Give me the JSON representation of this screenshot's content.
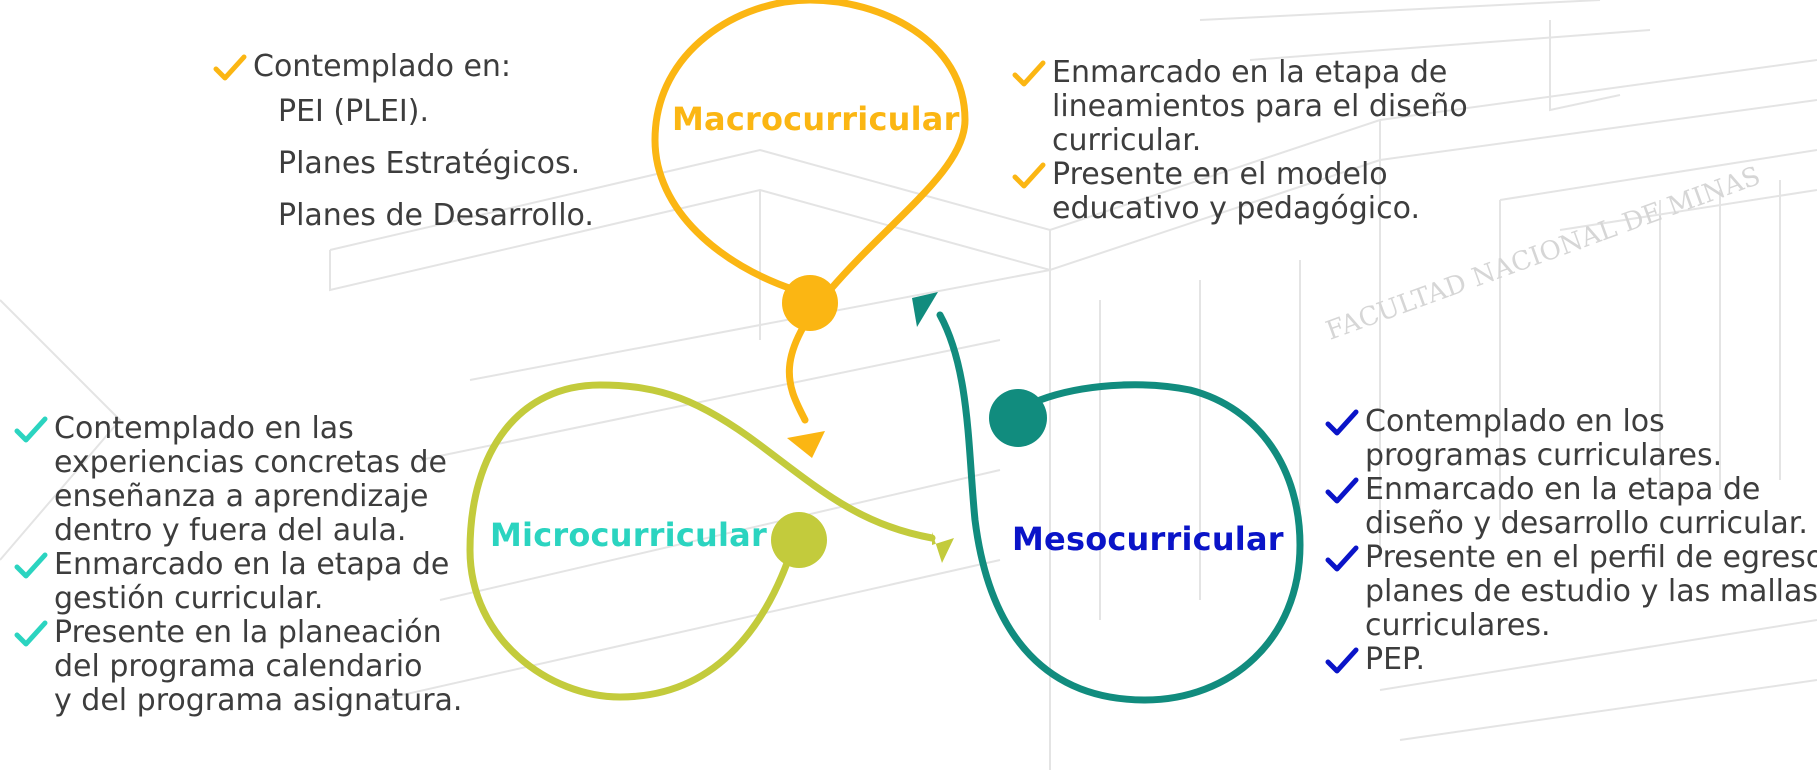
{
  "colors": {
    "macro": "#FBB613",
    "micro": "#C3CB3C",
    "meso": "#118C7E",
    "macro_label": "#FBB613",
    "micro_label": "#2BD4C0",
    "meso_label": "#0A14C8",
    "check_macro": "#FBB613",
    "check_micro": "#2BD4C0",
    "check_meso": "#0A14C8"
  },
  "watermark": {
    "inscription": "FACULTAD NACIONAL DE MINAS"
  },
  "levels": {
    "macro": {
      "label": "Macrocurricular"
    },
    "micro": {
      "label": "Microcurricular"
    },
    "meso": {
      "label": "Mesocurricular"
    }
  },
  "notes": {
    "macro_left": {
      "heading": "Contemplado en:",
      "items": [
        "PEI (PLEI).",
        "Planes Estratégicos.",
        "Planes de Desarrollo."
      ]
    },
    "macro_right": {
      "bullets": [
        [
          "Enmarcado en la etapa de",
          "lineamientos para el diseño",
          "curricular."
        ],
        [
          "Presente en el modelo",
          "educativo y pedagógico."
        ]
      ]
    },
    "micro_left": {
      "bullets": [
        [
          "Contemplado en las",
          "experiencias concretas de",
          "enseñanza a aprendizaje",
          "dentro y fuera del aula."
        ],
        [
          "Enmarcado en la etapa de",
          "gestión curricular."
        ],
        [
          "Presente en la planeación",
          "del programa calendario",
          "y del programa asignatura."
        ]
      ]
    },
    "meso_right": {
      "bullets": [
        [
          "Contemplado en los",
          "programas curriculares."
        ],
        [
          "Enmarcado en la etapa de",
          "diseño y desarrollo curricular."
        ],
        [
          "Presente en el perfil de egreso,",
          "planes de estudio y las mallas",
          "curriculares."
        ],
        [
          "PEP."
        ]
      ]
    }
  }
}
